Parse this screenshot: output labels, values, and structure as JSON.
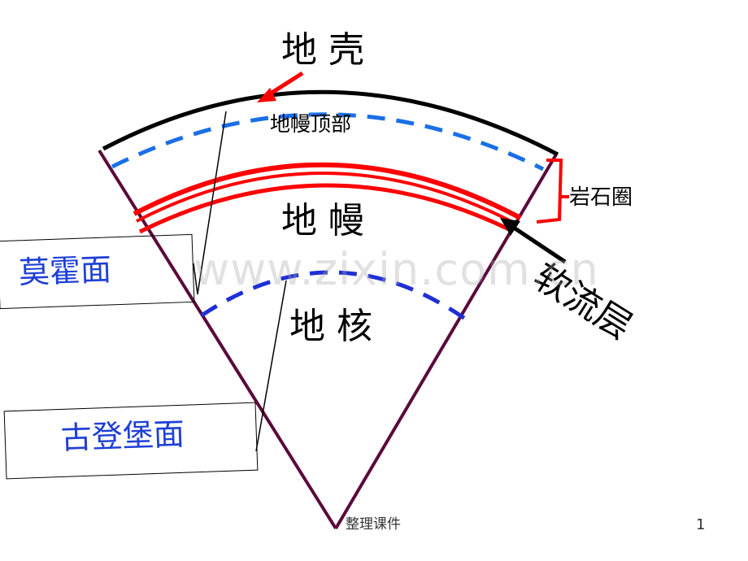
{
  "diagram": {
    "labels": {
      "crust": "地 壳",
      "upper_mantle": "地幔顶部",
      "lithosphere": "岩石圈",
      "mantle": "地 幔",
      "asthenosphere": "软流层",
      "moho": "莫霍面",
      "core": "地 核",
      "gutenberg": "古登堡面"
    },
    "colors": {
      "crust_line": "#000000",
      "upper_mantle_dash": "#1a6fe6",
      "asthenosphere_band": "#ff0000",
      "core_dash": "#1f2fd6",
      "sector_edge": "#5a0a3a",
      "blue_text": "#1f3fd6"
    }
  },
  "watermark": "www.zixin.com.cn",
  "footer": {
    "caption": "整理课件",
    "page_number": "1"
  }
}
